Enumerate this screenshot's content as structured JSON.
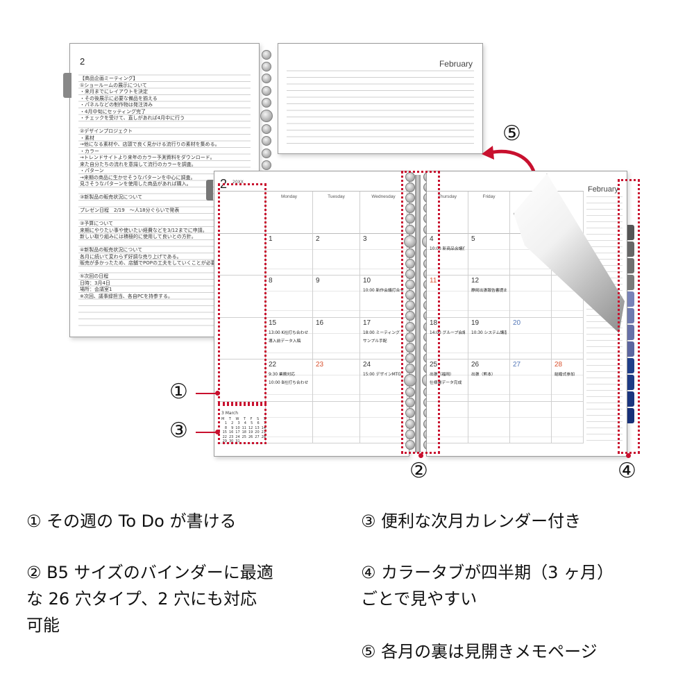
{
  "back_page": {
    "page_number": "2",
    "month": "February",
    "notes": [
      "【商品企画ミーティング】",
      "①ショールームの展示について",
      "・来月までにレイアウトを決定",
      "・その後展示に必要な備品を揃える",
      "・パネルなどの制作物は発注済み",
      "・4月中旬にセッティング完了",
      "・チェックを受けて、直しがあれば4月中に行う",
      "",
      "②デザインプロジェクト",
      "・素材",
      "→他になる素材や、店頭で良く見かける流行りの素材を集める。",
      "・カラー",
      "→トレンドサイトより来年のカラー予測資料をダウンロード。",
      "来た自分たちの流れを意識して流行のカラーを調査。",
      "・パターン",
      "→来期の商品に生かせそうなパターンを中心に調査。",
      "見さそうなパターンを使用した商品があれば購入。",
      "",
      "③新製品の販売状況について",
      "",
      "プレゼン日程　2/19　〜人18分ぐらいで発表",
      "",
      "③予算について",
      "来期にやりたい事や使いたい経費などを3/12までに申請。",
      "新しい取り組みには積極的に使用して良いとの方針。",
      "",
      "④新製品の販売状況について",
      "各月に続いて変わらず好調な売り上げである。",
      "販売が多かったため、店舗でPOPの工夫をしていくことが必要",
      "",
      "⑤次回の日程",
      "日時：3月4日",
      "場所：会議室1",
      "※次回、議事録担当、各自PCを持参する。"
    ]
  },
  "front_page": {
    "month_number": "2",
    "year": "20XX",
    "month_name": "February",
    "left_days": [
      "Monday",
      "Tuesday",
      "Wednesday"
    ],
    "right_days": [
      "Thursday",
      "Friday",
      "",
      ""
    ],
    "left_weeks": [
      [
        {
          "d": "1",
          "e": []
        },
        {
          "d": "2",
          "e": []
        },
        {
          "d": "3",
          "e": []
        }
      ],
      [
        {
          "d": "8",
          "e": []
        },
        {
          "d": "9",
          "e": []
        },
        {
          "d": "10",
          "e": [
            "10:00 新作会議打合せ"
          ]
        }
      ],
      [
        {
          "d": "15",
          "e": [
            "13:00 K社打ち合わせ",
            "導入前データ入稿"
          ]
        },
        {
          "d": "16",
          "e": []
        },
        {
          "d": "17",
          "e": [
            "18:00 ミーティング",
            "サンプル手配"
          ]
        }
      ],
      [
        {
          "d": "22",
          "e": [
            "9:30 業務対応",
            "10:00 B社打ち合わせ"
          ]
        },
        {
          "d": "23",
          "e": [],
          "holiday": true
        },
        {
          "d": "24",
          "e": [
            "15:00 デザインMTG"
          ]
        }
      ],
      [
        {
          "d": "",
          "e": []
        },
        {
          "d": "",
          "e": []
        },
        {
          "d": "",
          "e": []
        }
      ]
    ],
    "right_weeks": [
      [
        {
          "d": "4",
          "e": [
            "10:00 新商品会議打合せ"
          ]
        },
        {
          "d": "5",
          "e": []
        },
        {
          "d": "",
          "e": []
        },
        {
          "d": "",
          "e": []
        }
      ],
      [
        {
          "d": "11",
          "e": [],
          "holiday": true
        },
        {
          "d": "12",
          "e": [
            "静岡出張報告書提出"
          ]
        },
        {
          "d": "",
          "e": []
        },
        {
          "d": "",
          "e": []
        }
      ],
      [
        {
          "d": "18",
          "e": [
            "14:00 グループ会議"
          ]
        },
        {
          "d": "19",
          "e": [
            "10:30 システム講習"
          ]
        },
        {
          "d": "20",
          "e": [],
          "sat": true
        },
        {
          "d": "",
          "e": []
        }
      ],
      [
        {
          "d": "25",
          "e": [
            "出張（福岡）",
            "仕様書データ完成"
          ]
        },
        {
          "d": "26",
          "e": [
            "出張（熊本）"
          ]
        },
        {
          "d": "27",
          "e": [],
          "sat": true
        },
        {
          "d": "28",
          "e": [
            "結婚式参加"
          ],
          "sun": true
        }
      ],
      [
        {
          "d": "",
          "e": []
        },
        {
          "d": "",
          "e": []
        },
        {
          "d": "",
          "e": []
        },
        {
          "d": "",
          "e": []
        }
      ]
    ],
    "mini_calendar": {
      "title": "3 March",
      "header": [
        "M",
        "T",
        "W",
        "T",
        "F",
        "S",
        "S"
      ],
      "rows": [
        [
          "1",
          "2",
          "3",
          "4",
          "5",
          "6",
          "7"
        ],
        [
          "8",
          "9",
          "10",
          "11",
          "12",
          "13",
          "14"
        ],
        [
          "15",
          "16",
          "17",
          "18",
          "19",
          "20",
          "21"
        ],
        [
          "22",
          "23",
          "24",
          "25",
          "26",
          "27",
          "28"
        ],
        [
          "29",
          "30",
          "31",
          "",
          "",
          "",
          ""
        ]
      ]
    },
    "tab_colors": [
      "#555555",
      "#666666",
      "#6f6f6f",
      "#7a7a7a",
      "#7882b8",
      "#6f7ab0",
      "#6670a8",
      "#5b65a0",
      "#1f3e8a",
      "#1d3a85",
      "#1a357f",
      "#173079"
    ]
  },
  "markers": {
    "m1": "①",
    "m2": "②",
    "m3": "③",
    "m4": "④",
    "m5": "⑤"
  },
  "captions": {
    "c1": "① その週の To Do が書ける",
    "c2_line1": "② B5 サイズのバインダーに最適",
    "c2_line2": "な 26 穴タイプ、2 穴にも対応",
    "c2_line3": "可能",
    "c3": "③ 便利な次月カレンダー付き",
    "c4_line1": "④ カラータブが四半期（3 ヶ月）",
    "c4_line2": "ごとで見やすい",
    "c5": "⑤ 各月の裏は見開きメモページ"
  },
  "colors": {
    "annotation_red": "#c8102e",
    "saturday_blue": "#5478b8",
    "holiday_red": "#d9502d"
  }
}
